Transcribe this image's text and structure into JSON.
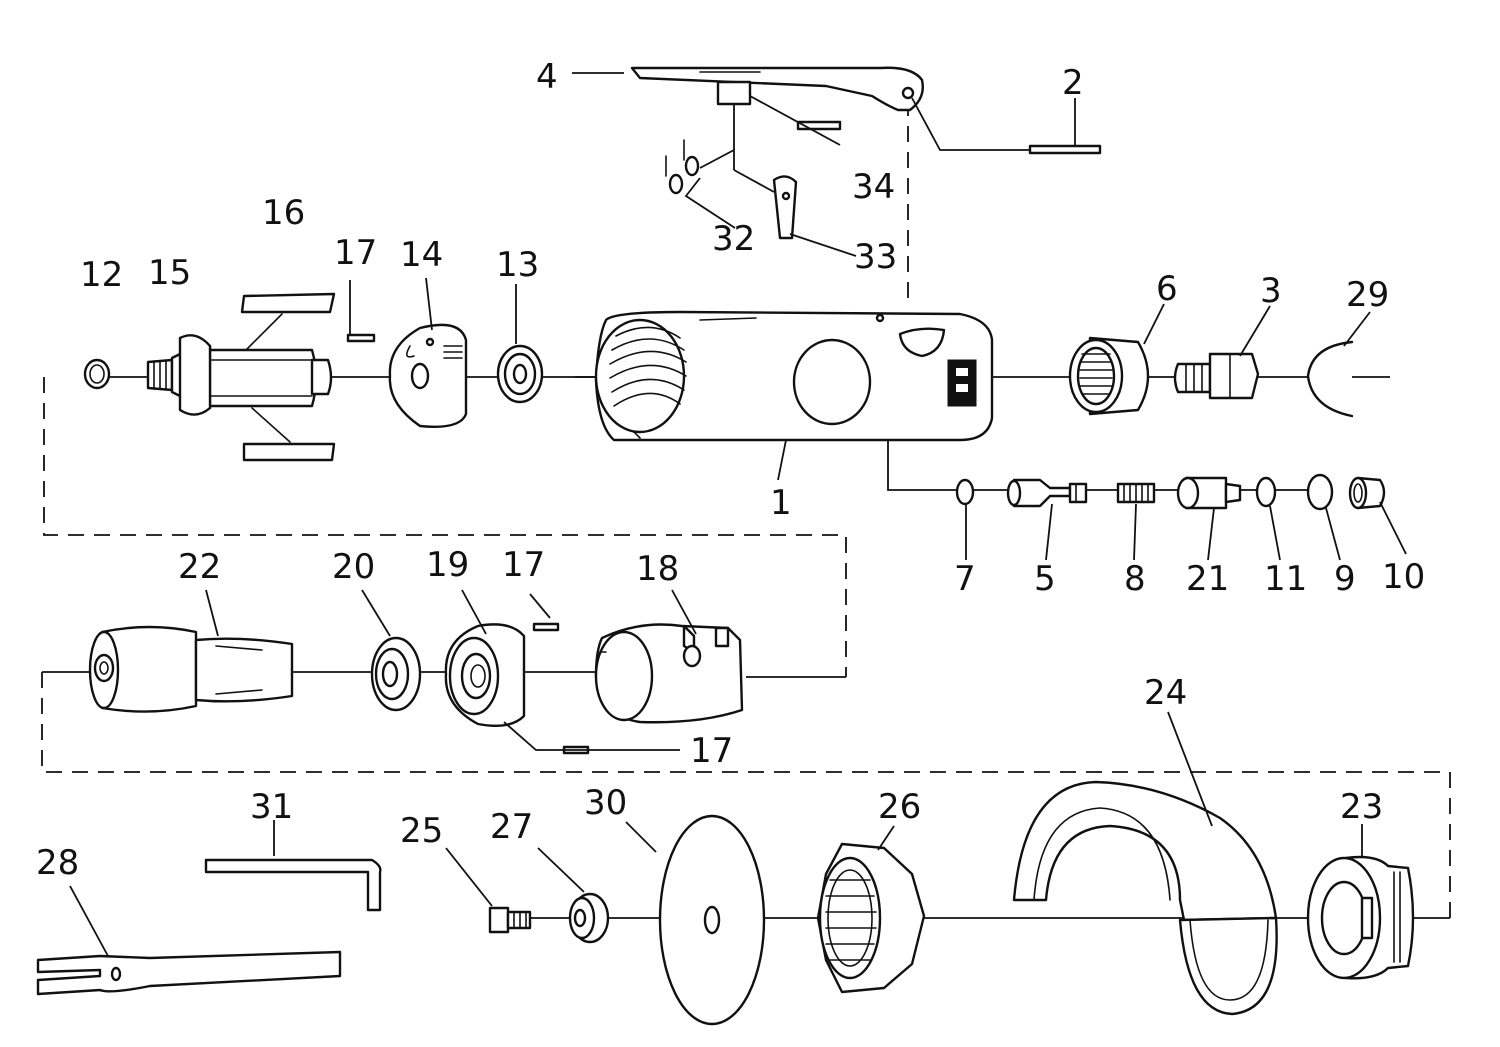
{
  "colors": {
    "ink": "#111111",
    "paper": "#ffffff"
  },
  "labels": {
    "1": "1",
    "2": "2",
    "3": "3",
    "4": "4",
    "5": "5",
    "6": "6",
    "7": "7",
    "8": "8",
    "9": "9",
    "10": "10",
    "11": "11",
    "12": "12",
    "13": "13",
    "14": "14",
    "15": "15",
    "16": "16",
    "17": "17",
    "17b": "17",
    "17c": "17",
    "18": "18",
    "19": "19",
    "20": "20",
    "21": "21",
    "22": "22",
    "23": "23",
    "24": "24",
    "25": "25",
    "26": "26",
    "27": "27",
    "28": "28",
    "29": "29",
    "30": "30",
    "31": "31",
    "32": "32",
    "33": "33",
    "34": "34"
  }
}
